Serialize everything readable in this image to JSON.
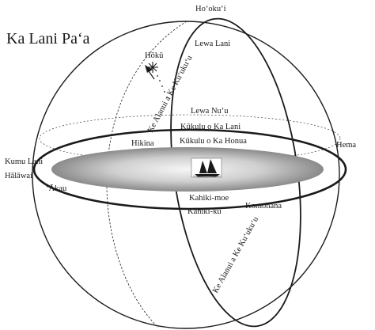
{
  "title": "Ka Lani Pa‘a",
  "labels": {
    "hookui": "Ho‘oku‘i",
    "lewa_lani": "Lewa Lani",
    "hoku": "Hōkū",
    "lewa_nuu": "Lewa Nu‘u",
    "kukulu_o_ka_lani": "Kūkulu o Ka Lani",
    "kukulu_o_ka_honua": "Kūkulu o Ka Honua",
    "hikina": "Hikina",
    "hema": "Hema",
    "kumu_lani": "Kumu Lani",
    "halawai": "Hālāwai",
    "akau": "‘Ākau",
    "kahiki_moe": "Kahiki-moe",
    "kahiki_ku": "Kahiki-kū",
    "komohana": "Komohana",
    "alanui_upper": "Ke Alanui a Ke Ku‘uku‘u",
    "alanui_lower": "Ke Alanui a Ke Ku‘uku‘u"
  },
  "colors": {
    "ink": "#1a1a1a",
    "disc_center": "#f4f4f4",
    "disc_edge": "#8a8a8a"
  }
}
